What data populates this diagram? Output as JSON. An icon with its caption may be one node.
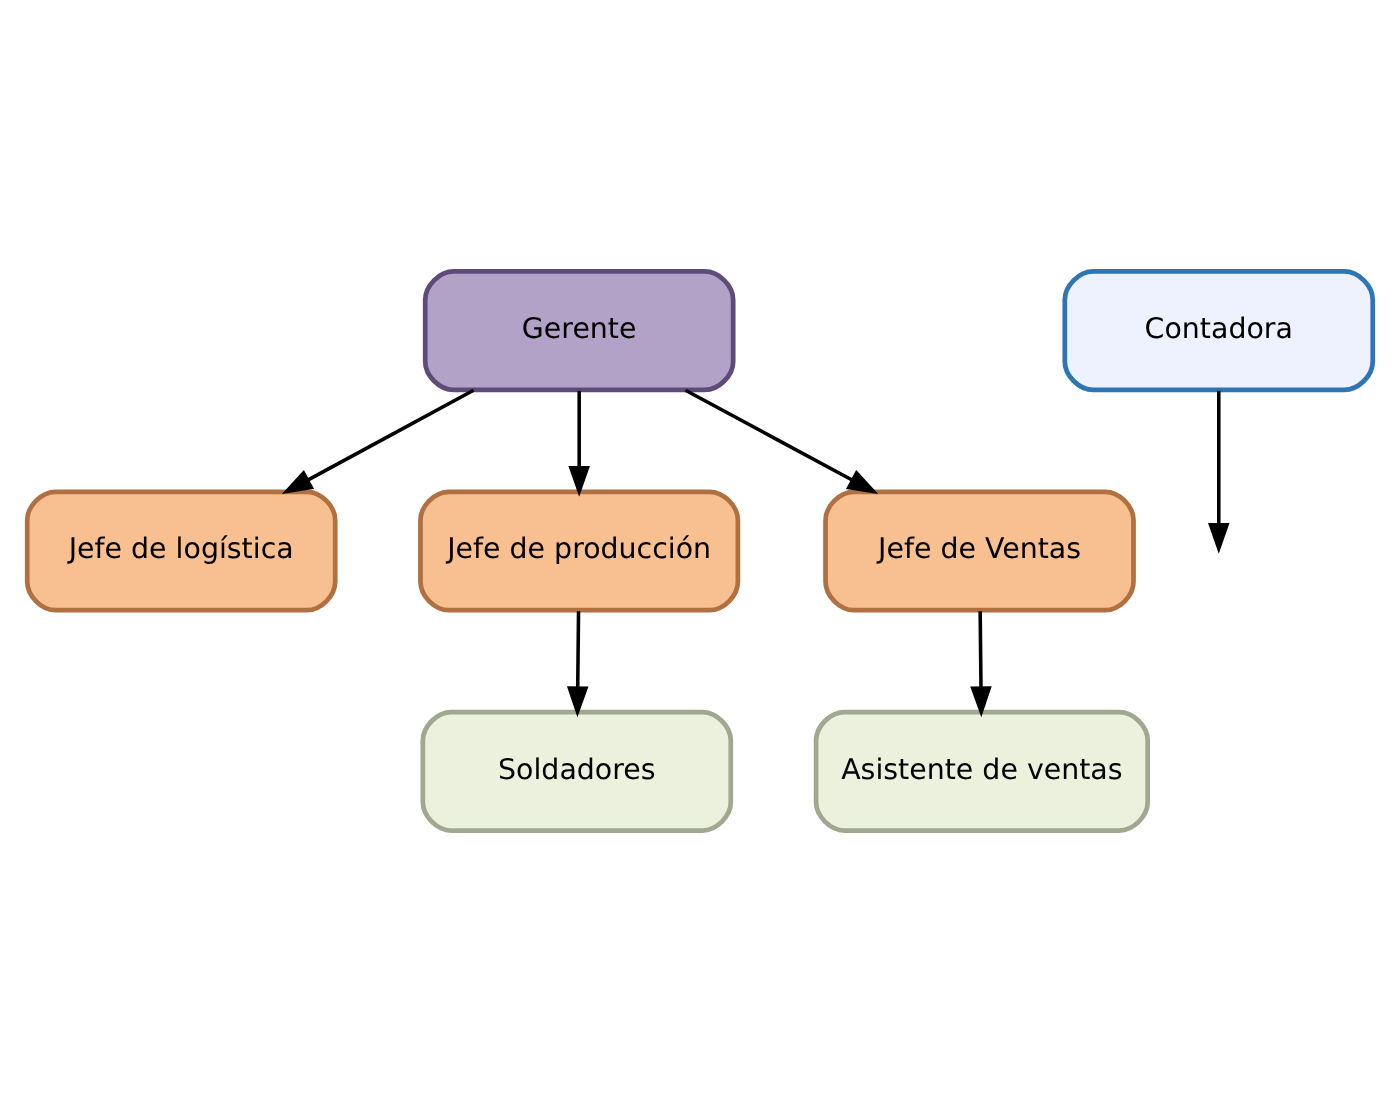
{
  "diagram": {
    "nodes": [
      {
        "text": [
          "Gerente"
        ]
      },
      {
        "text": [
          "Contadora"
        ]
      },
      {
        "text": [
          "Jefe de logística"
        ]
      },
      {
        "text": [
          "Jefe de producción"
        ]
      },
      {
        "text": [
          "Jefe de Ventas"
        ]
      },
      {
        "text": [
          "Soldadores"
        ]
      },
      {
        "text": [
          "Asistente de ventas"
        ]
      }
    ],
    "edges": [
      {
        "from": 1,
        "to": null,
        "arrow": "to"
      },
      {
        "from": 0,
        "to": 2,
        "arrow": "to"
      },
      {
        "from": 0,
        "to": 3,
        "arrow": "to"
      },
      {
        "from": 0,
        "to": 4,
        "arrow": "to"
      },
      {
        "from": 3,
        "to": 5,
        "arrow": "to"
      },
      {
        "from": 4,
        "to": 6,
        "arrow": "to"
      }
    ]
  }
}
